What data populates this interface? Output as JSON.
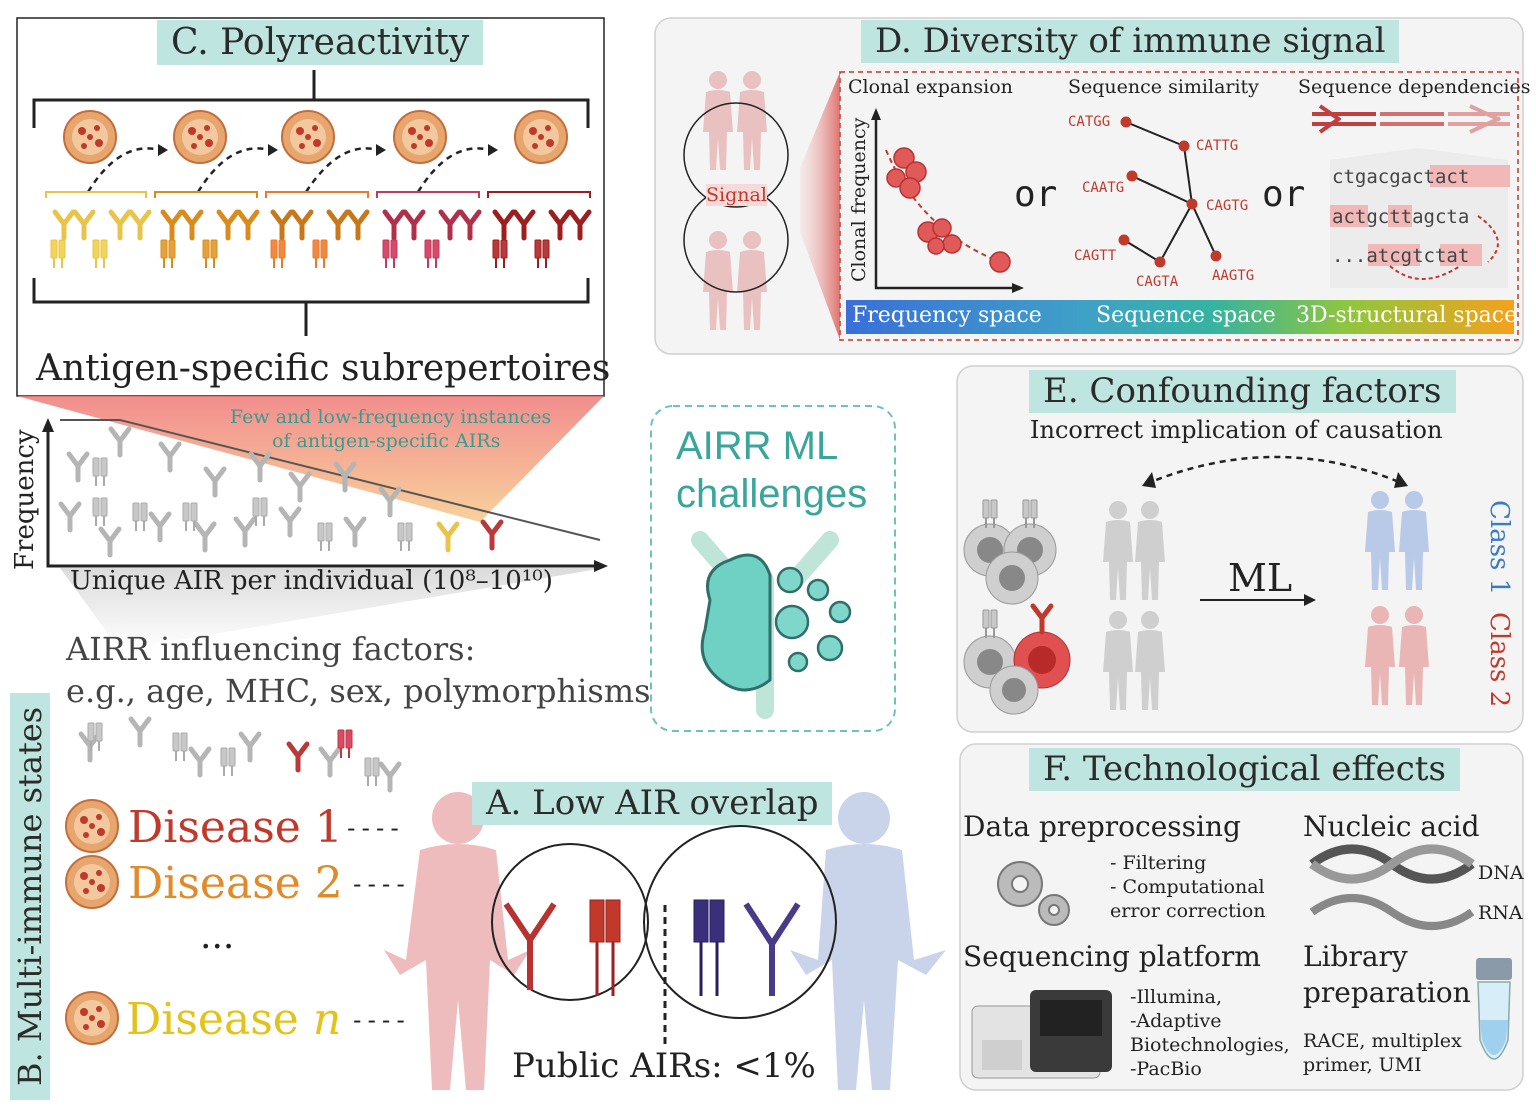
{
  "panel_c": {
    "title": "C. Polyreactivity",
    "subtitle": "Antigen-specific subrepertoires"
  },
  "center": {
    "few_instances": "Few and low-frequency instances",
    "of_specific": "of antigen-specific AIRs",
    "y_axis": "Frequency",
    "x_axis": "Unique AIR per individual (10⁸–10¹⁰)",
    "influencing_1": "AIRR influencing factors:",
    "influencing_2": "e.g., age, MHC, sex, polymorphisms",
    "ml_1": "AIRR ML",
    "ml_2": "challenges"
  },
  "panel_d": {
    "title": "D. Diversity of immune signal",
    "signal": "Signal",
    "clonal_expansion": "Clonal expansion",
    "clonal_frequency": "Clonal frequency",
    "sequence_similarity": "Sequence similarity",
    "sequence_dependencies": "Sequence dependencies",
    "or1": "or",
    "or2": "or",
    "nodes": [
      "CATGG",
      "CATTG",
      "CAATG",
      "CAGTG",
      "CAGTT",
      "CAGTA",
      "AAGTG"
    ],
    "seq_rows": [
      "ctgacgactact",
      "actgcttagcta",
      "...atcgtctat"
    ],
    "space_1": "Frequency space",
    "space_2": "Sequence space",
    "space_3": "3D-structural space"
  },
  "panel_e": {
    "title": "E. Confounding factors",
    "subtitle": "Incorrect implication of causation",
    "ml": "ML",
    "class_1": "Class 1",
    "class_2": "Class 2"
  },
  "panel_f": {
    "title": "F. Technological effects",
    "data_pre": "Data preprocessing",
    "filtering": "- Filtering",
    "computational": "- Computational",
    "error_corr": "error correction",
    "nucleic": "Nucleic acid",
    "dna": "DNA",
    "rna": "RNA",
    "seq_platform": "Sequencing platform",
    "illumina": "-Illumina,",
    "adaptive": "-Adaptive",
    "biotech": "Biotechnologies,",
    "pacbio": "-PacBio",
    "library": "Library",
    "preparation": "preparation",
    "race": "RACE, multiplex",
    "primer": "primer, UMI"
  },
  "panel_b": {
    "title": "B. Multi-immune states",
    "disease_1": "Disease 1",
    "disease_2": "Disease 2",
    "ellipsis": "...",
    "disease_n_prefix": "Disease ",
    "disease_n_suffix": "n",
    "dashes": "----"
  },
  "panel_a": {
    "title": "A. Low AIR overlap",
    "public": "Public AIRs: <1%"
  },
  "colors": {
    "teal_tag": "#bfe5e0",
    "teal_text": "#3aa59a",
    "disease_red": "#c0392b",
    "disease_orange": "#e08a2a",
    "disease_yellow": "#e3c21a",
    "class_blue": "#3a7bc8",
    "class_red": "#c0392b"
  }
}
